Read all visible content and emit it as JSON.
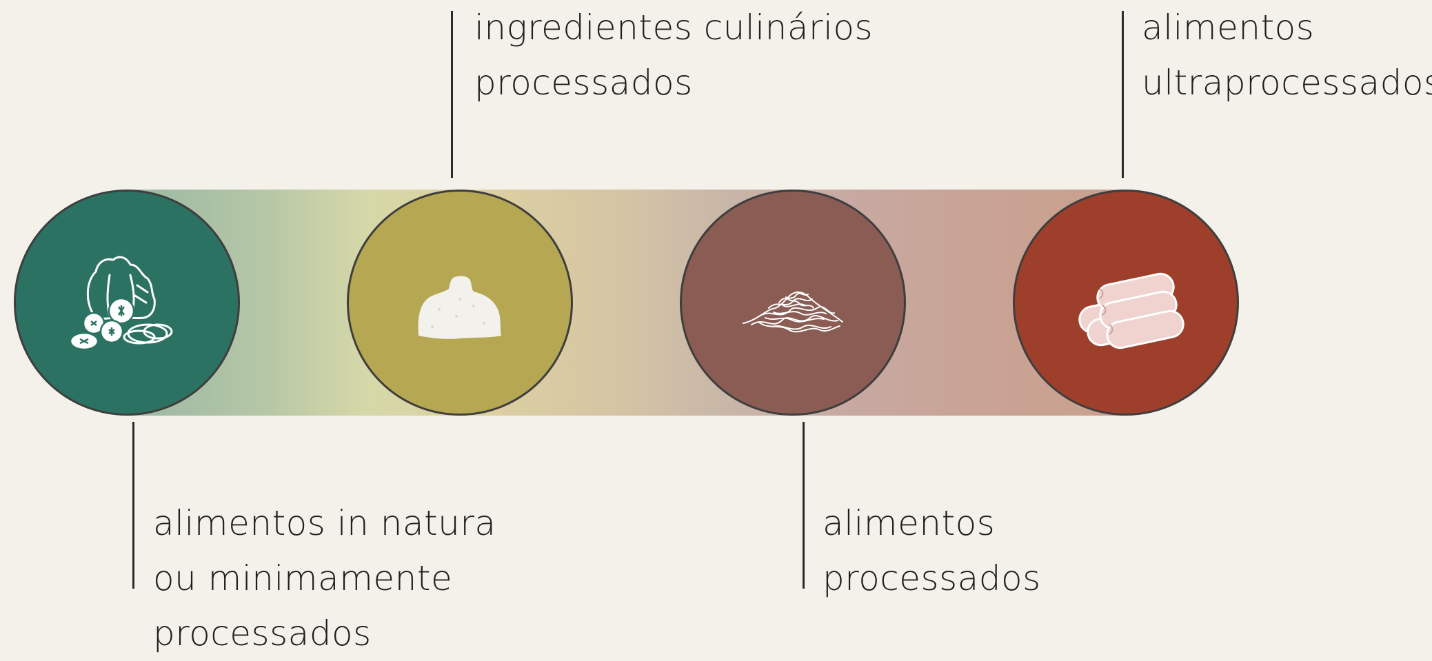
{
  "stages": [
    {
      "id": "in-natura",
      "color": "#2c7263",
      "icon": "vegetables-icon",
      "label_lines": [
        "alimentos in natura",
        "ou minimamente",
        "processados"
      ]
    },
    {
      "id": "ingredientes",
      "color": "#b6a752",
      "icon": "sugar-pile-icon",
      "label_lines": [
        "ingredientes culinários",
        "processados"
      ]
    },
    {
      "id": "processados",
      "color": "#8a5c53",
      "icon": "shredded-cheese-icon",
      "label_lines": [
        "alimentos",
        "processados"
      ]
    },
    {
      "id": "ultraprocessados",
      "color": "#9e3f2b",
      "icon": "sausages-icon",
      "label_lines": [
        "alimentos",
        "ultraprocessados"
      ]
    }
  ]
}
